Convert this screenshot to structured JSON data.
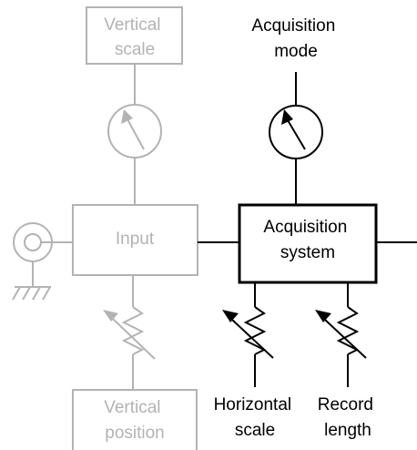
{
  "colors": {
    "inactive": "#b3b3b3",
    "active": "#000000",
    "background": "#ffffff"
  },
  "blocks": {
    "vertical_scale": [
      "Vertical",
      "scale"
    ],
    "input": "Input",
    "acquisition_system": [
      "Acquisition",
      "system"
    ],
    "vertical_position": [
      "Vertical",
      "position"
    ]
  },
  "labels": {
    "acquisition_mode": [
      "Acquisition",
      "mode"
    ],
    "horizontal_scale": [
      "Horizontal",
      "scale"
    ],
    "record_length": [
      "Record",
      "length"
    ]
  },
  "icons": [
    "meter-dial-icon",
    "variable-resistor-icon",
    "bnc-connector-icon",
    "ground-icon"
  ]
}
